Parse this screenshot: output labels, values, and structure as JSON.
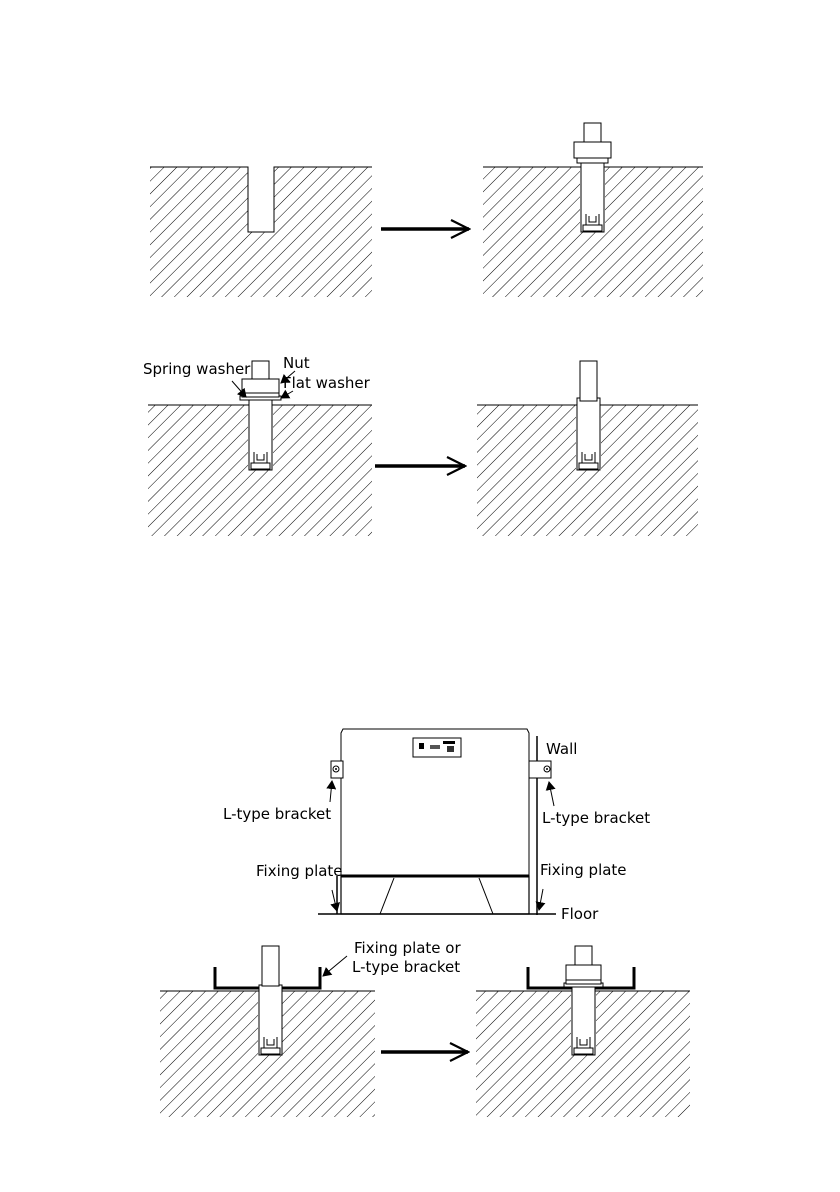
{
  "step2_labels": {
    "spring_washer": "Spring washer",
    "nut": "Nut",
    "flat_washer": "Flat washer"
  },
  "cabinet_labels": {
    "wall": "Wall",
    "l_bracket_left": "L-type bracket",
    "l_bracket_right": "L-type bracket",
    "fixing_plate_left": "Fixing plate",
    "fixing_plate_right": "Fixing plate",
    "floor": "Floor"
  },
  "step3_labels": {
    "fixing_plate_or_line1": "Fixing plate or",
    "fixing_plate_or_line2": "L-type bracket"
  },
  "icons": [
    "arrow-right-icon",
    "anchor-bolt-icon",
    "cabinet-icon",
    "hatch-ground-icon"
  ]
}
